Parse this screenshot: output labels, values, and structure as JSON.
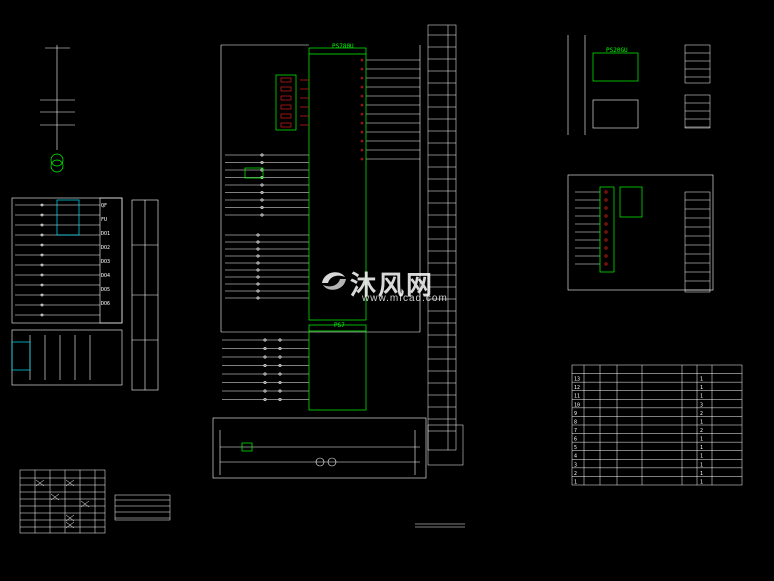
{
  "colors": {
    "background": "#000000",
    "line": "#ffffff",
    "device": "#00ff00",
    "terminal": "#ff2020",
    "highlight": "#00e5ff",
    "label": "#ffff66"
  },
  "watermark": {
    "brand": "沐风网",
    "url": "www.mfcad.com",
    "logo_icon": "wind-swirl-icon"
  },
  "main_controller": {
    "label": "PS780U"
  },
  "sub_module": {
    "label": "PS7"
  },
  "top_right_module": {
    "label": "PS20GU"
  },
  "bottom_table": {
    "rows": [
      "13",
      "12",
      "11",
      "10",
      "9",
      "8",
      "7",
      "6",
      "5",
      "4",
      "3",
      "2",
      "1"
    ],
    "qty_col": [
      "1",
      "1",
      "1",
      "3",
      "2",
      "1",
      "2",
      "1",
      "1",
      "1",
      "1",
      "1",
      "1"
    ]
  },
  "left_panel": {
    "labels": [
      "QF",
      "FU",
      "DO1",
      "DO2",
      "DO3",
      "DO4",
      "DO5",
      "DO6"
    ]
  }
}
